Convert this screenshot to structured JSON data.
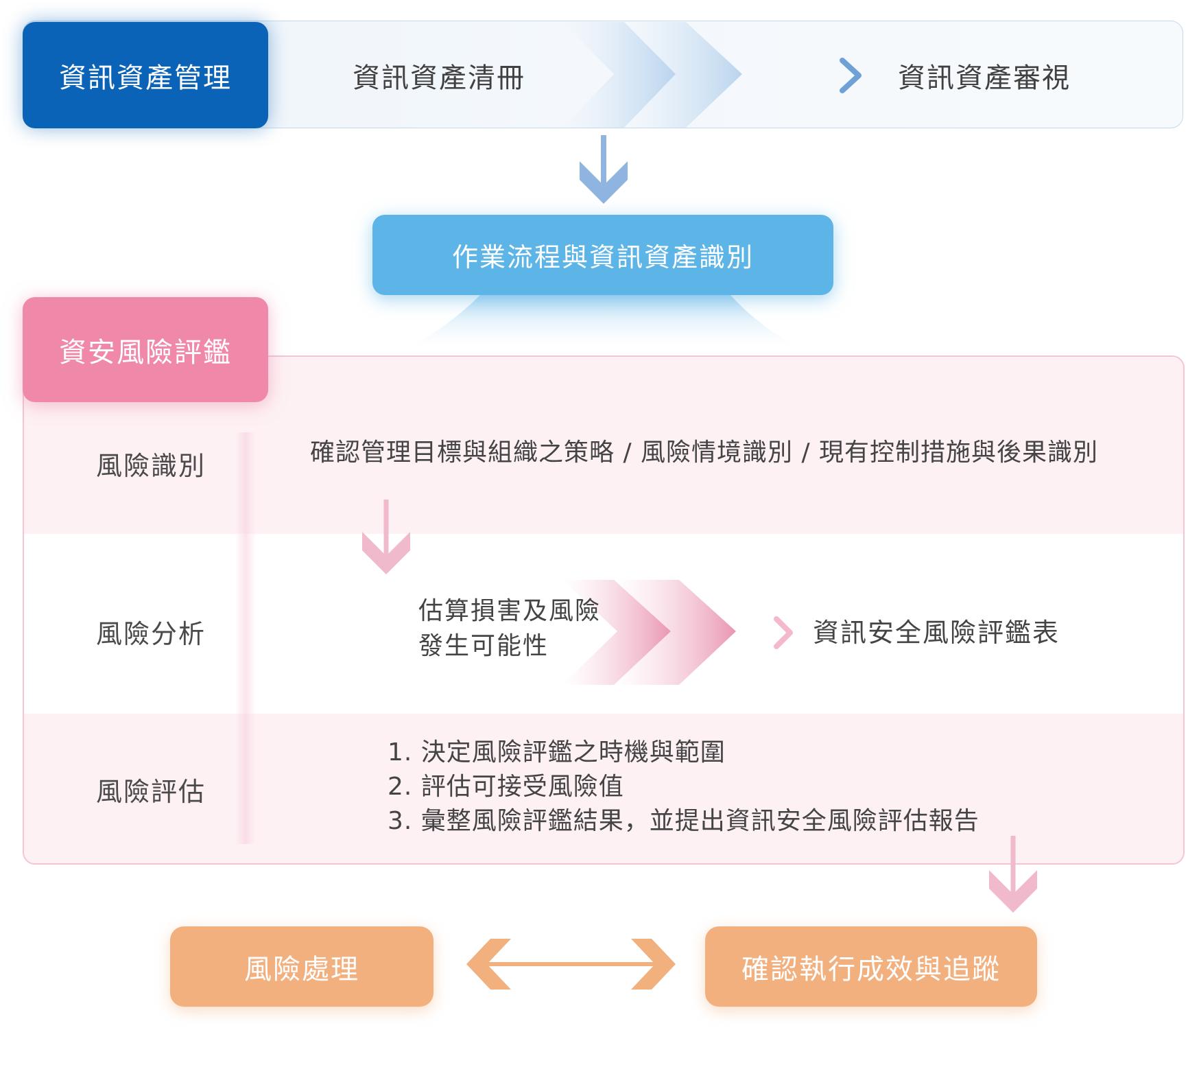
{
  "asset_management": {
    "tag": "資訊資產管理",
    "step_inventory": "資訊資產清冊",
    "step_review": "資訊資產審視"
  },
  "process_identification": {
    "label": "作業流程與資訊資產識別"
  },
  "risk_assessment": {
    "tag": "資安風險評鑑",
    "identification": {
      "label": "風險識別",
      "text": "確認管理目標與組織之策略 / 風險情境識別 / 現有控制措施與後果識別"
    },
    "analysis": {
      "label": "風險分析",
      "estimate_lines": [
        "估算損害及風險",
        "發生可能性"
      ],
      "output": "資訊安全風險評鑑表"
    },
    "evaluation": {
      "label": "風險評估",
      "items": [
        "1. 決定風險評鑑之時機與範圍",
        "2. 評估可接受風險值",
        "3. 彙整風險評鑑結果，並提出資訊安全風險評估報告"
      ]
    }
  },
  "bottom": {
    "treatment": "風險處理",
    "confirm": "確認執行成效與追蹤"
  },
  "colors": {
    "navy": "#0b63b8",
    "sky": "#5db4e6",
    "pink": "#ef88a9",
    "orange": "#f3b07f",
    "arrow_blue": "#8fb4e0",
    "arrow_pink": "#f0b9cc"
  }
}
